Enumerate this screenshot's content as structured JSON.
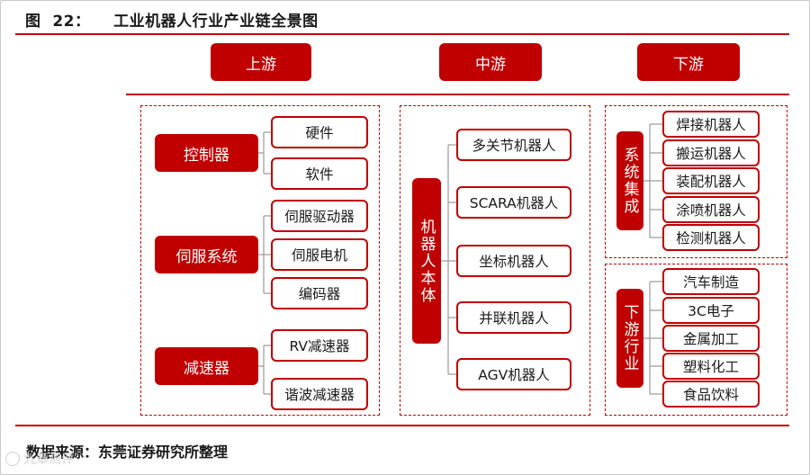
{
  "figure_title": "图  22：    工业机器人行业产业链全景图",
  "headers": {
    "upstream": "上游",
    "midstream": "中游",
    "downstream": "下游"
  },
  "upstream": {
    "groups": [
      {
        "label": "控制器",
        "items": [
          "硬件",
          "软件"
        ]
      },
      {
        "label": "伺服系统",
        "items": [
          "伺服驱动器",
          "伺服电机",
          "编码器"
        ]
      },
      {
        "label": "减速器",
        "items": [
          "RV减速器",
          "谐波减速器"
        ]
      }
    ]
  },
  "midstream": {
    "label": "机器人本体",
    "items": [
      "多关节机器人",
      "SCARA机器人",
      "坐标机器人",
      "并联机器人",
      "AGV机器人"
    ]
  },
  "downstream": {
    "system_integration": {
      "label": "系统集成",
      "items": [
        "焊接机器人",
        "搬运机器人",
        "装配机器人",
        "涂喷机器人",
        "检测机器人"
      ]
    },
    "industries": {
      "label": "下游行业",
      "items": [
        "汽车制造",
        "3C电子",
        "金属加工",
        "塑料化工",
        "食品饮料"
      ]
    }
  },
  "source": "数据来源：东莞证券研究所整理",
  "watermark": "九章测评",
  "colors": {
    "accent": "#c00000",
    "connector": "#9a9a9a"
  }
}
